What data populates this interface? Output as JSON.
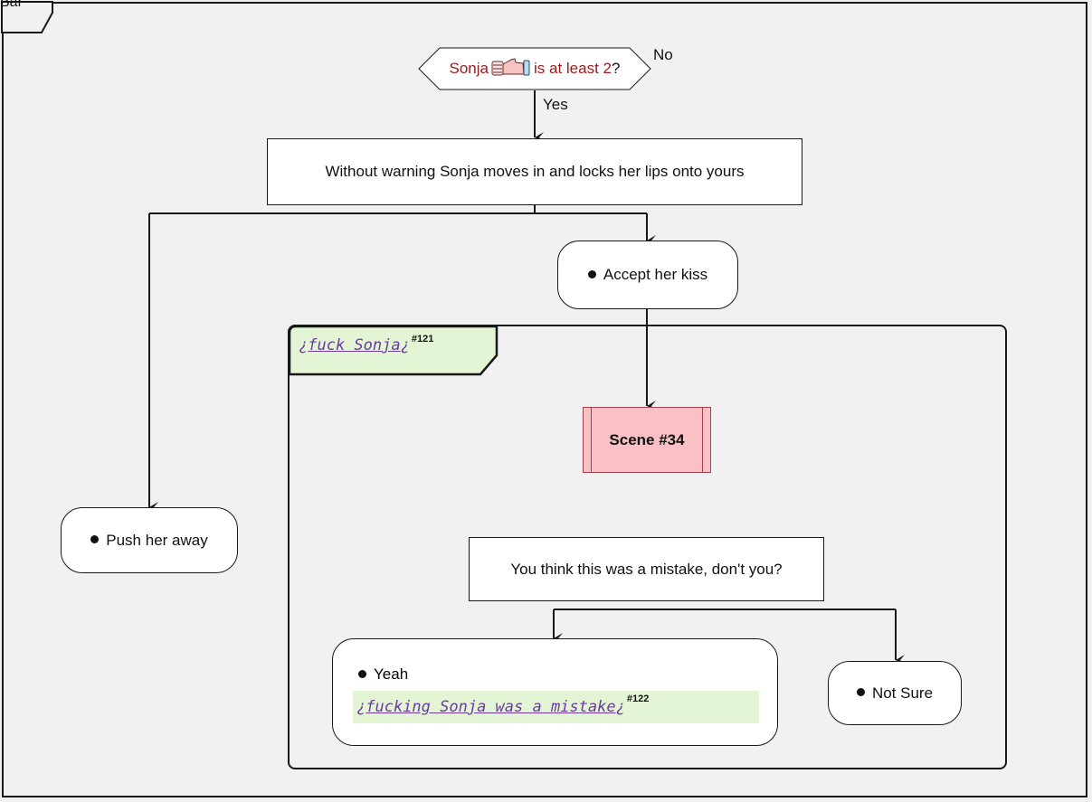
{
  "frame": {
    "title": "Bar"
  },
  "condition": {
    "subject": "Sonja",
    "icon": "thumbs-up-icon",
    "text_mid": "is at least",
    "value": "2",
    "qmark": "?",
    "no_label": "No",
    "yes_label": "Yes",
    "color": "#9c1a1a"
  },
  "intro_text": "Without warning Sonja moves in and locks her lips onto yours",
  "choices": {
    "accept": "Accept her kiss",
    "push": "Push her away"
  },
  "group": {
    "open_mark": "¿",
    "name": "fuck Sonja",
    "close_mark": "¿",
    "ref": "#121"
  },
  "scene": {
    "label": "Scene #34"
  },
  "question_text": "You think this was a mistake, don't you?",
  "answers": {
    "yeah": "Yeah",
    "yeah_link": {
      "open_mark": "¿",
      "name": "fucking Sonja was a mistake",
      "close_mark": "¿",
      "ref": "#122"
    },
    "not_sure": "Not Sure"
  },
  "colors": {
    "background": "#f1f1f1",
    "line": "#181818",
    "link": "#6b3aa1",
    "link_bg": "#e3f5d5",
    "scene_fill": "#f9c0c6",
    "scene_border": "#a3414d"
  }
}
